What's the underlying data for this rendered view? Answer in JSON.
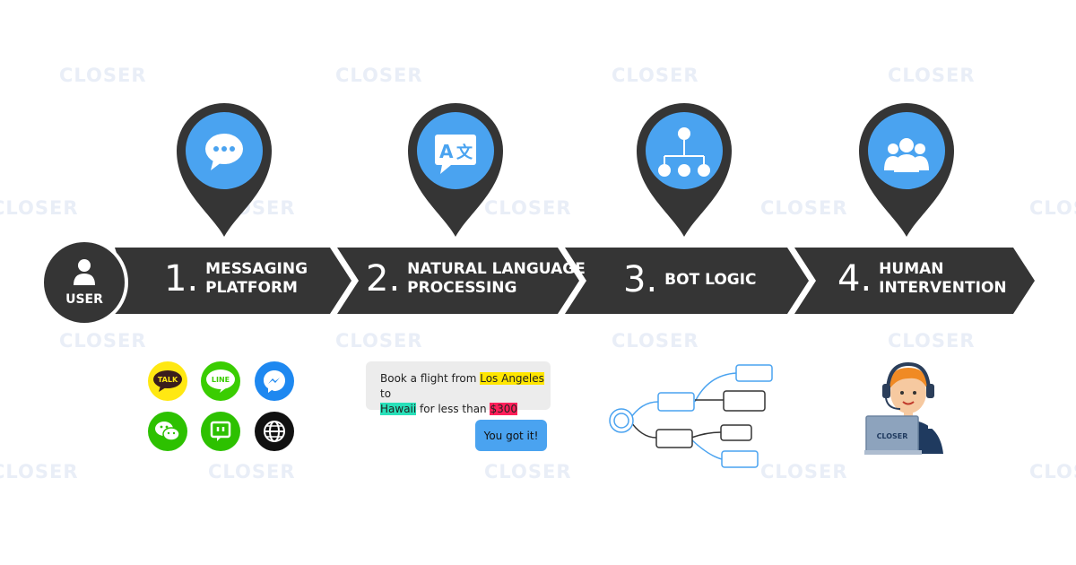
{
  "watermark": "CLOSER",
  "user": {
    "label": "USER"
  },
  "steps": [
    {
      "number": "1.",
      "label": "MESSAGING\nPLATFORM",
      "icon": "chat-dots-icon"
    },
    {
      "number": "2.",
      "label": "NATURAL LANGUAGE\nPROCESSING",
      "icon": "translate-icon"
    },
    {
      "number": "3.",
      "label": "BOT LOGIC",
      "icon": "hierarchy-icon"
    },
    {
      "number": "4.",
      "label": "HUMAN\nINTERVENTION",
      "icon": "group-icon"
    }
  ],
  "platforms": [
    {
      "name": "kakaotalk-icon",
      "label": "TALK",
      "color": "#ffe812"
    },
    {
      "name": "line-icon",
      "label": "LINE",
      "color": "#3acd01"
    },
    {
      "name": "messenger-icon",
      "label": "",
      "color": "#1e88f0"
    },
    {
      "name": "wechat-icon",
      "label": "",
      "color": "#2dc100"
    },
    {
      "name": "chat-app-icon",
      "label": "",
      "color": "#2dc100"
    },
    {
      "name": "globe-icon",
      "label": "",
      "color": "#111111"
    }
  ],
  "nlp_example": {
    "part1": "Book a flight from ",
    "origin": "Los Angeles",
    "part2": " to",
    "destination": "Hawaii",
    "part3": " for less than ",
    "price": "$300",
    "reply": "You got it!"
  },
  "agent_laptop_label": "CLOSER",
  "colors": {
    "dark": "#353535",
    "accent": "#4aa3f0",
    "white": "#ffffff"
  }
}
